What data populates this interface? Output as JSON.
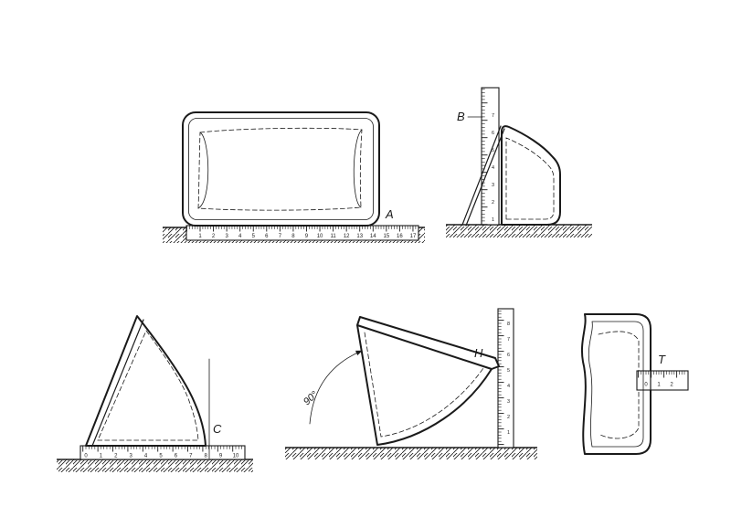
{
  "colors": {
    "line": "#1a1a1a",
    "bg": "#ffffff"
  },
  "figures": {
    "a": {
      "label": "A",
      "ruler_numbers": [
        "1",
        "2",
        "3",
        "4",
        "5",
        "6",
        "7",
        "8",
        "9",
        "10",
        "11",
        "12",
        "13",
        "14",
        "15",
        "16",
        "17"
      ]
    },
    "b": {
      "label": "B",
      "ruler_numbers": [
        "1",
        "2",
        "3",
        "4",
        "5",
        "6",
        "7"
      ]
    },
    "c": {
      "label": "C",
      "ruler_numbers": [
        "0",
        "1",
        "2",
        "3",
        "4",
        "5",
        "6",
        "7",
        "8",
        "9",
        "10"
      ]
    },
    "h": {
      "label": "H",
      "angle_label": "90°",
      "ruler_numbers": [
        "1",
        "2",
        "3",
        "4",
        "5",
        "6",
        "7",
        "8"
      ]
    },
    "t": {
      "label": "T",
      "ruler_numbers": [
        "0",
        "1",
        "2"
      ]
    }
  }
}
